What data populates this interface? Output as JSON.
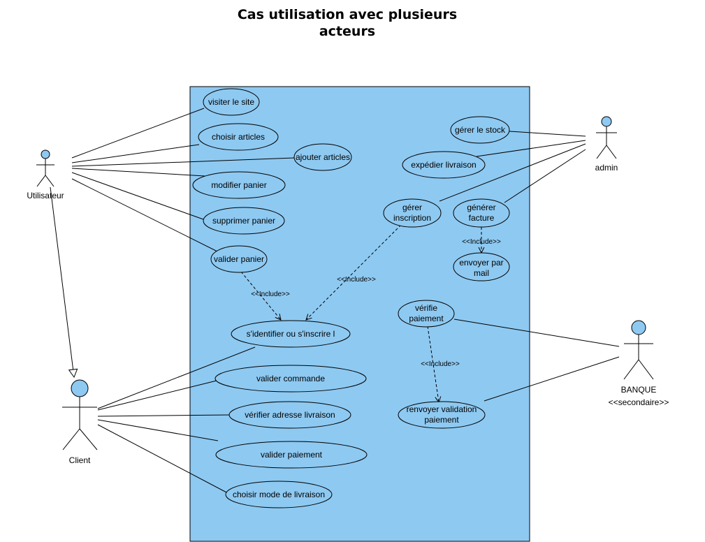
{
  "title_line1": "Cas utilisation avec plusieurs",
  "title_line2": "acteurs",
  "colors": {
    "system": "#8ec9f1",
    "usecase": "#8ec9f1",
    "actor_head": "#8ec9f1",
    "stroke": "#000000"
  },
  "actors": {
    "utilisateur": "Utilisateur",
    "admin": "admin",
    "client": "Client",
    "banque": "BANQUE",
    "banque_stereotype": "<<secondaire>>"
  },
  "usecases": {
    "visiter_site": "visiter le site",
    "choisir_articles": "choisir  articles",
    "ajouter_articles": "ajouter articles",
    "modifier_panier": "modifier panier",
    "supprimer_panier": "supprimer panier",
    "valider_panier": "valider panier",
    "identifier": "s'identifier ou s'inscrire l",
    "valider_commande": "valider commande",
    "verifier_adresse": "vérifier adresse livraison",
    "valider_paiement": "valider paiement",
    "choisir_mode": "choisir mode de livraison",
    "gerer_stock": "gérer le stock",
    "expedier": "expédier livraison",
    "gerer_inscription_1": "gérer",
    "gerer_inscription_2": "inscription",
    "generer_facture_1": "générer",
    "generer_facture_2": "facture",
    "envoyer_mail_1": "envoyer par",
    "envoyer_mail_2": "mail",
    "verifie_paiement_1": "vérifie",
    "verifie_paiement_2": "paiement",
    "renvoyer_1": "renvoyer validation",
    "renvoyer_2": "paiement"
  },
  "relations": {
    "include_1": "<<Include>>",
    "include_2": "<<Include>>",
    "include_3": "<<Include>>",
    "include_4": "<<Include>>"
  }
}
